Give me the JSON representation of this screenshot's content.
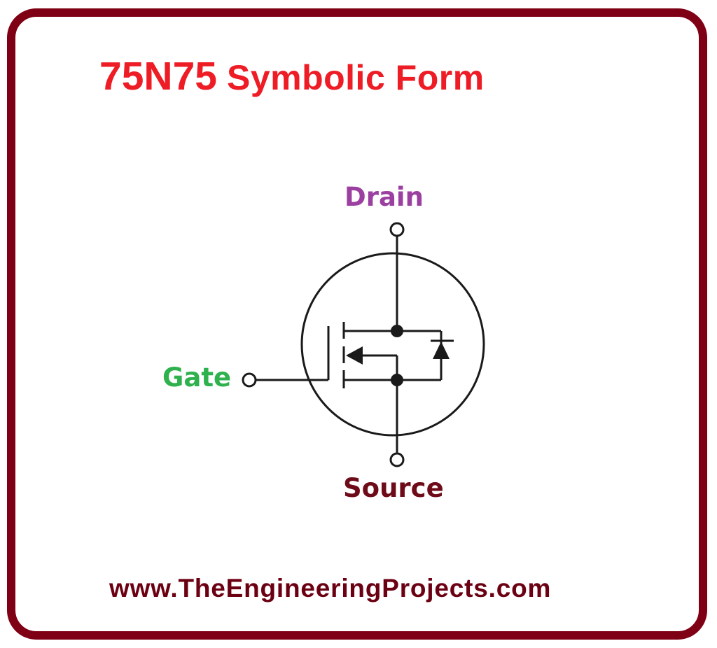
{
  "title": {
    "part_number": "75N75",
    "subtitle": "Symbolic Form"
  },
  "symbol": {
    "type": "N-channel MOSFET with body diode",
    "terminals": {
      "drain": "Drain",
      "gate": "Gate",
      "source": "Source"
    }
  },
  "footer": {
    "url": "www.TheEngineeringProjects.com"
  },
  "colors": {
    "frame": "#7f0014",
    "title": "#ee1c25",
    "drain": "#9b3fa0",
    "gate": "#2fb14d",
    "source": "#6e0b18",
    "url": "#6b0012",
    "lines": "#1a1a1a"
  }
}
